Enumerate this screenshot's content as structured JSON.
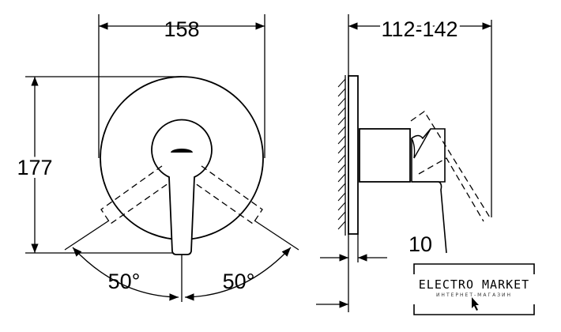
{
  "drawing": {
    "front_width": "158",
    "front_height": "177",
    "angle_left": "50°",
    "angle_right": "50°",
    "depth": "112-142",
    "plate_offset": "10"
  },
  "logo": {
    "title": "ELECTRO MARKET",
    "subtitle": "ИНТЕРНЕТ-МАГАЗИН"
  }
}
